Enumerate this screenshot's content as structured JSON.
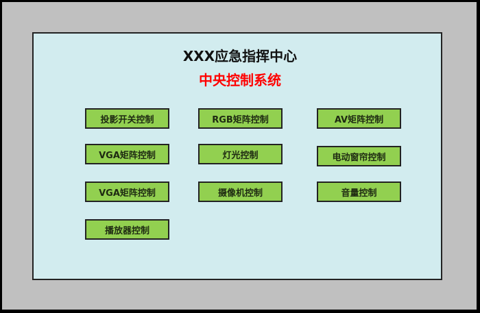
{
  "header": {
    "title": "XXX应急指挥中心",
    "subtitle": "中央控制系统"
  },
  "buttons": [
    "投影开关控制",
    "RGB矩阵控制",
    "AV矩阵控制",
    "VGA矩阵控制",
    "灯光控制",
    "电动窗帘控制",
    "VGA矩阵控制",
    "摄像机控制",
    "音量控制",
    "播放器控制"
  ],
  "colors": {
    "button": "#92d050",
    "subtitle": "#ff0000",
    "panel": "#d2ecef",
    "frame": "#c0c0c0"
  }
}
